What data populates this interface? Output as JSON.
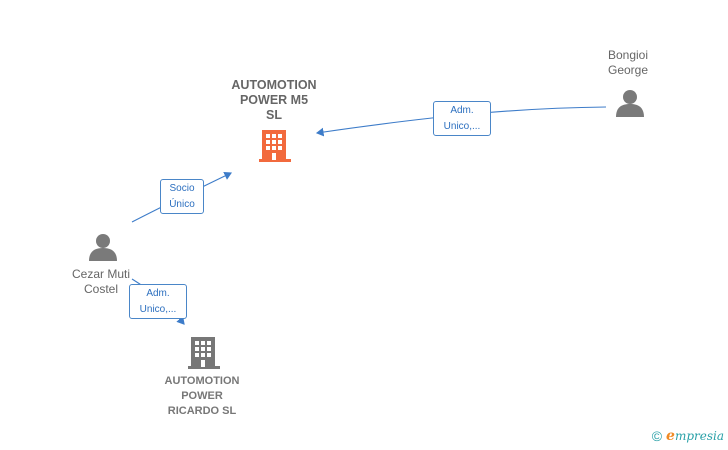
{
  "nodes": {
    "main_company": {
      "label": "AUTOMOTION\nPOWER M5\nSL",
      "color": "#f26a3d"
    },
    "bongioi": {
      "label": "Bongioi\nGeorge"
    },
    "cezar": {
      "label": "Cezar Muti\nCostel"
    },
    "ricardo": {
      "label": "AUTOMOTION\nPOWER\nRICARDO  SL"
    }
  },
  "edges": {
    "bongioi_to_main": {
      "label": "Adm.\nUnico,..."
    },
    "cezar_to_main": {
      "label": "Socio\nÚnico"
    },
    "cezar_to_ricardo": {
      "label": "Adm.\nUnico,..."
    }
  },
  "colors": {
    "edge": "#3d7cc9",
    "person": "#7a7a7a",
    "building_gray": "#777777"
  },
  "footer": {
    "copyright": "©",
    "brand_initial": "e",
    "brand_rest": "mpresia"
  }
}
